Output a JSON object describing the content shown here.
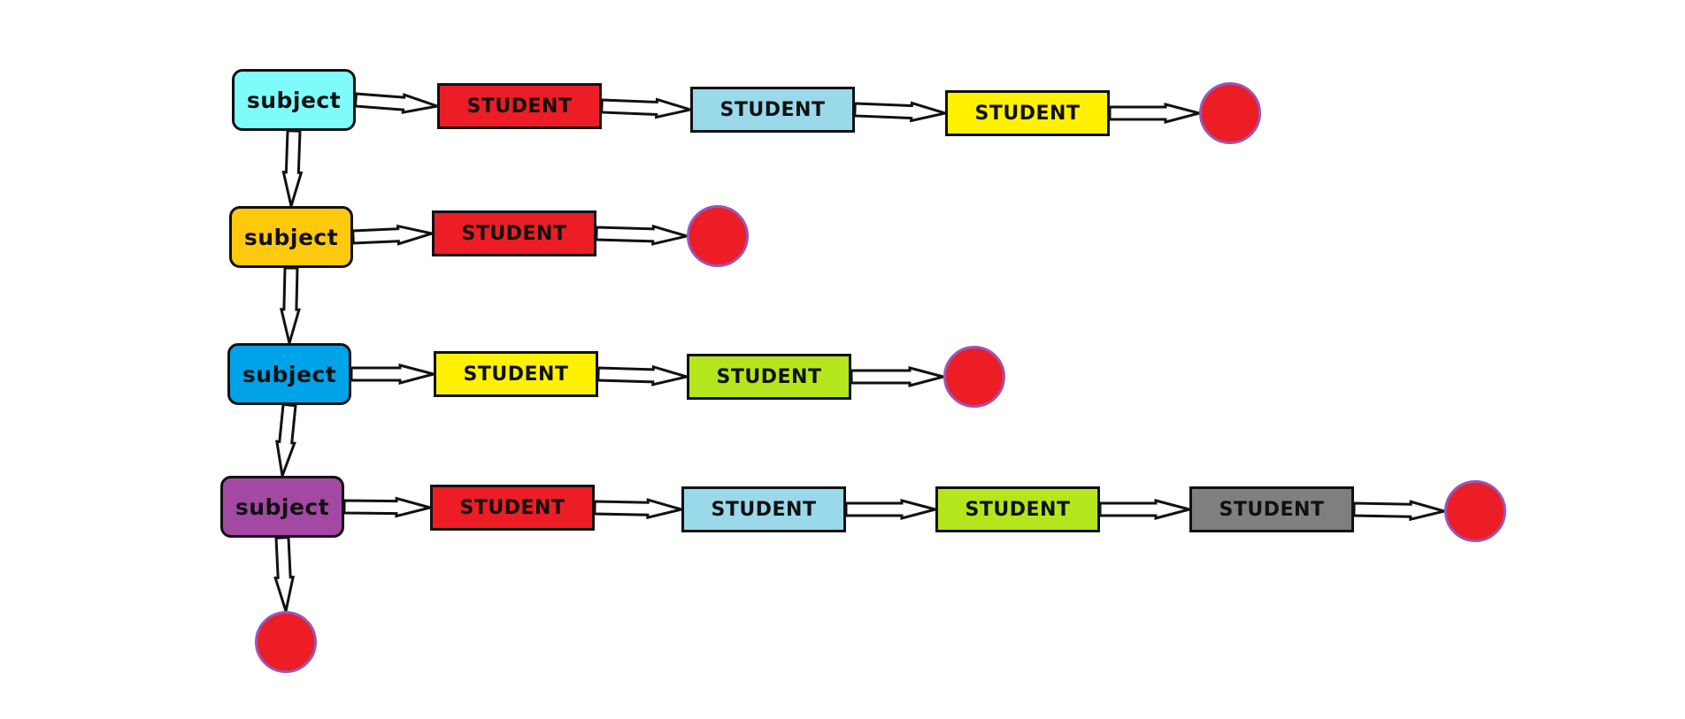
{
  "diagram": {
    "rows": [
      {
        "subject": {
          "label": "subject",
          "color": "#7ffbfb"
        },
        "students": [
          {
            "label": "STUDENT",
            "color": "#ec1d24"
          },
          {
            "label": "STUDENT",
            "color": "#99d9ea"
          },
          {
            "label": "STUDENT",
            "color": "#fff200"
          }
        ]
      },
      {
        "subject": {
          "label": "subject",
          "color": "#ffc90e"
        },
        "students": [
          {
            "label": "STUDENT",
            "color": "#ec1d24"
          }
        ]
      },
      {
        "subject": {
          "label": "subject",
          "color": "#00a2e8"
        },
        "students": [
          {
            "label": "STUDENT",
            "color": "#fff200"
          },
          {
            "label": "STUDENT",
            "color": "#b5e61d"
          }
        ]
      },
      {
        "subject": {
          "label": "subject",
          "color": "#a349a4"
        },
        "students": [
          {
            "label": "STUDENT",
            "color": "#ec1d24"
          },
          {
            "label": "STUDENT",
            "color": "#99d9ea"
          },
          {
            "label": "STUDENT",
            "color": "#b5e61d"
          },
          {
            "label": "STUDENT",
            "color": "#7f7f7f"
          }
        ]
      }
    ],
    "end_node_color": "#ec1d24",
    "end_node_border_color": "#9a55b7"
  }
}
